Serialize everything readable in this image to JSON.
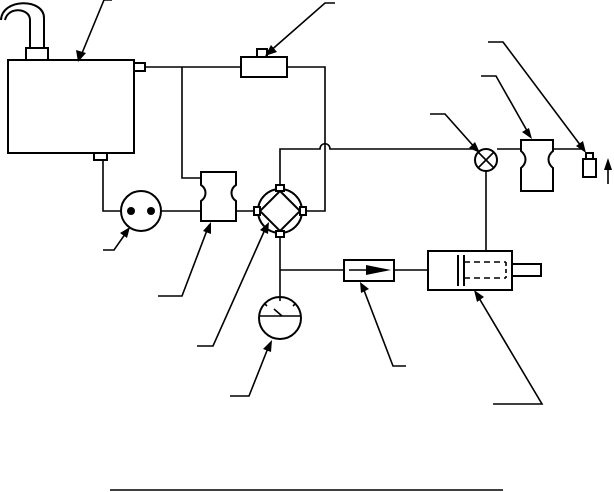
{
  "diagram": {
    "type": "hydraulic-schematic",
    "components": [
      {
        "id": "reservoir",
        "icon": "reservoir-tank-icon"
      },
      {
        "id": "filler-neck",
        "icon": "filler-neck-icon"
      },
      {
        "id": "hand-pump",
        "icon": "pump-icon"
      },
      {
        "id": "filter-left",
        "icon": "filter-icon"
      },
      {
        "id": "filter-right",
        "icon": "filter-icon"
      },
      {
        "id": "relief-valve",
        "icon": "relief-valve-icon"
      },
      {
        "id": "selector-valve",
        "icon": "selector-valve-icon"
      },
      {
        "id": "pressure-gauge",
        "icon": "pressure-gauge-icon"
      },
      {
        "id": "check-valve",
        "icon": "check-valve-icon"
      },
      {
        "id": "actuating-cylinder",
        "icon": "cylinder-icon"
      },
      {
        "id": "shutoff-valve",
        "icon": "shutoff-valve-icon"
      },
      {
        "id": "bleed-valve",
        "icon": "bleed-valve-icon"
      }
    ],
    "leader_count": 11
  },
  "colors": {
    "line": "#000000",
    "background": "#ffffff"
  }
}
